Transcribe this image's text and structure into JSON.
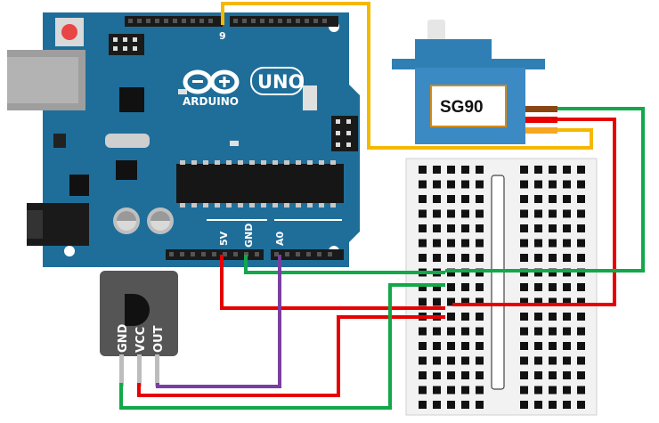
{
  "board": {
    "logo_text": "ARDUINO",
    "model_text": "UNO",
    "pin_9_label": "9",
    "pin_5v_label": "5V",
    "pin_gnd_label": "GND",
    "pin_a0_label": "A0",
    "color": "#1f6e9a"
  },
  "servo": {
    "label": "SG90",
    "body_color": "#2f7fb5"
  },
  "sensor": {
    "pin_labels": [
      "GND",
      "VCC",
      "OUT"
    ],
    "body_color": "#555555"
  },
  "wires": {
    "signal_color": "#f5b800",
    "power_color": "#e60000",
    "ground_color": "#12a84a",
    "analog_color": "#7a3fa0"
  },
  "breadboard": {
    "hole_color": "#111111"
  }
}
